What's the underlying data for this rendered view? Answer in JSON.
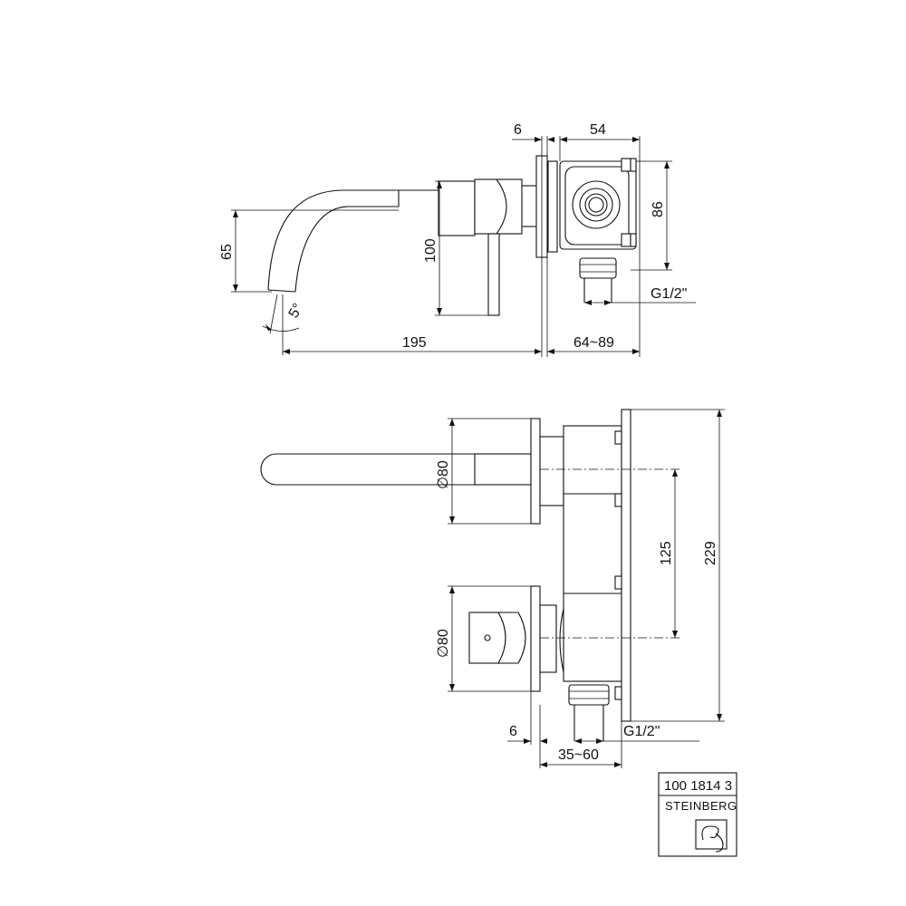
{
  "side_view": {
    "dim_flange": "6",
    "dim_body_width": "54",
    "dim_body_height": "86",
    "dim_spout_height": "65",
    "dim_handle_height": "100",
    "dim_angle": "5°",
    "dim_spout_length": "195",
    "dim_projection": "64~89",
    "dim_thread": "G1/2\""
  },
  "front_view": {
    "dim_spout_plate_dia": "∅80",
    "dim_handle_plate_dia": "∅80",
    "dim_center_distance": "125",
    "dim_total_height": "229",
    "dim_flange": "6",
    "dim_thread": "G1/2\"",
    "dim_depth_range": "35~60"
  },
  "title_block": {
    "article_number": "100 1814 3",
    "brand": "STEINBERG",
    "logo_icon": "steinberg-logo-icon"
  }
}
